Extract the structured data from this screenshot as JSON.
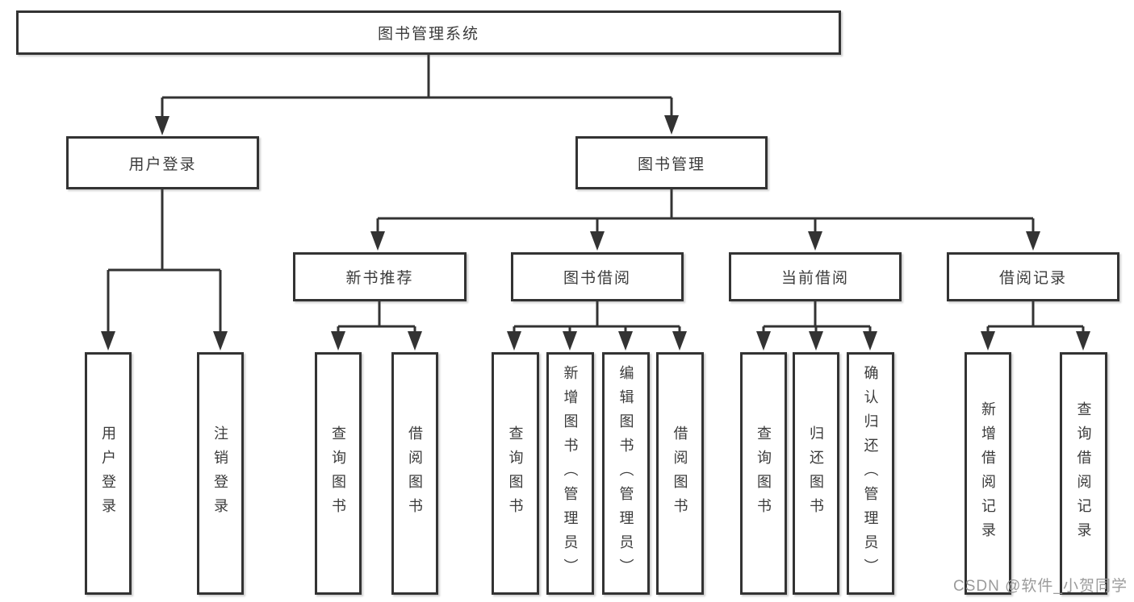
{
  "diagram_title": "图书管理系统",
  "watermark": "CSDN @软件_小贺同学",
  "colors": {
    "line": "#333333",
    "box_border": "#333333",
    "box_background": "#ffffff",
    "text": "#3b3b3b",
    "watermark": "#9b9b9b"
  },
  "nodes": {
    "root": {
      "label": "图书管理系统"
    },
    "user_login": {
      "label": "用户登录",
      "children": {
        "login": {
          "label": "用户登录"
        },
        "logout": {
          "label": "注销登录"
        }
      }
    },
    "book_management": {
      "label": "图书管理",
      "children": {
        "new_book_recommend": {
          "label": "新书推荐",
          "children": {
            "query_books": {
              "label": "查询图书"
            },
            "borrow_books": {
              "label": "借阅图书"
            }
          }
        },
        "book_borrow": {
          "label": "图书借阅",
          "children": {
            "query_books": {
              "label": "查询图书"
            },
            "add_book_admin": {
              "label": "新增图书（管理员）"
            },
            "edit_book_admin": {
              "label": "编辑图书（管理员）"
            },
            "borrow_books": {
              "label": "借阅图书"
            }
          }
        },
        "current_borrow": {
          "label": "当前借阅",
          "children": {
            "query_books": {
              "label": "查询图书"
            },
            "return_book": {
              "label": "归还图书"
            },
            "confirm_return_admin": {
              "label": "确认归还（管理员）"
            }
          }
        },
        "borrow_records": {
          "label": "借阅记录",
          "children": {
            "add_borrow_record": {
              "label": "新增借阅记录"
            },
            "query_borrow_record": {
              "label": "查询借阅记录"
            }
          }
        }
      }
    }
  }
}
